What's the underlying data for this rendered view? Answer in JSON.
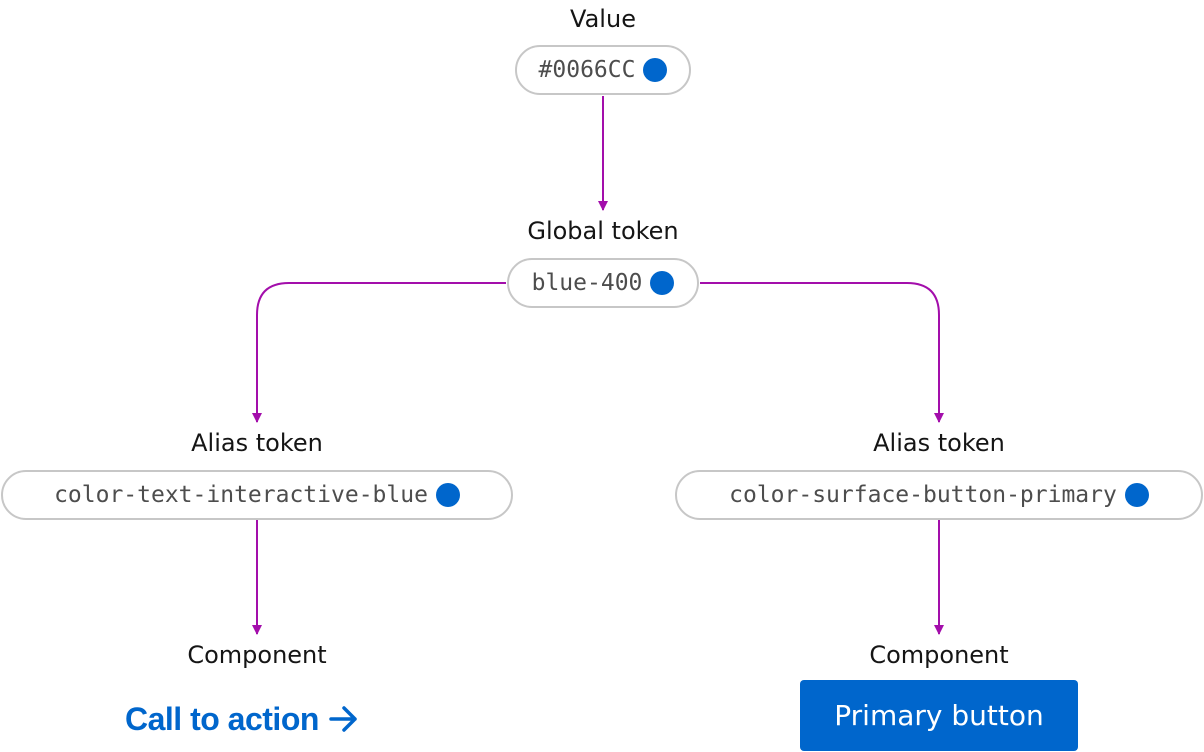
{
  "colors": {
    "token_blue": "#0066CC",
    "connector": "#A30EAB",
    "pill_border": "#C7C7C7"
  },
  "value_node": {
    "label": "Value",
    "code": "#0066CC"
  },
  "global_node": {
    "label": "Global token",
    "code": "blue-400"
  },
  "alias_left": {
    "label": "Alias token",
    "code": "color-text-interactive-blue"
  },
  "alias_right": {
    "label": "Alias token",
    "code": "color-surface-button-primary"
  },
  "component_left": {
    "label": "Component",
    "link_text": "Call to action",
    "icon": "arrow-right-icon"
  },
  "component_right": {
    "label": "Component",
    "button_text": "Primary button"
  }
}
